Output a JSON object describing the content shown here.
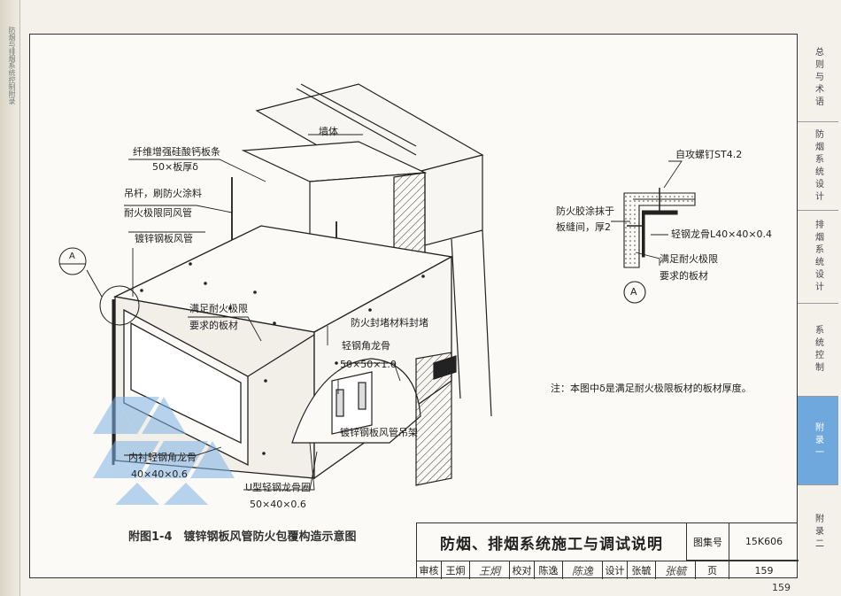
{
  "spine": {
    "text": "防烟与排烟系统控制附录"
  },
  "tabs": [
    {
      "label": "总则与术语",
      "active": false
    },
    {
      "label": "防烟系统设计",
      "active": false
    },
    {
      "label": "排烟系统设计",
      "active": false
    },
    {
      "label": "系统控制",
      "active": false
    },
    {
      "label": "附录一",
      "active": true
    },
    {
      "label": "附录二",
      "active": false
    }
  ],
  "labels": {
    "wall": "墙体",
    "fiber_board_1": "纤维增强硅酸钙板条",
    "fiber_board_2": "50×板厚δ",
    "hanger_1": "吊杆，刷防火涂料",
    "hanger_2": "耐火极限同风管",
    "duct": "镀锌钢板风管",
    "board_req_1": "满足耐火极限",
    "board_req_2": "要求的板材",
    "seal": "防火封堵材料封堵",
    "angle_1": "轻钢角龙骨",
    "angle_2": "50×50×1.0",
    "duct_hanger": "镀锌钢板风管吊架",
    "inner_keel_1": "内衬轻钢角龙骨",
    "inner_keel_2": "40×40×0.6",
    "u_keel_1": "U型轻钢龙骨圈",
    "u_keel_2": "50×40×0.6",
    "callout": "A",
    "detail_screw": "自攻螺钉ST4.2",
    "detail_glue_1": "防火胶涂抹于",
    "detail_glue_2": "板缝间，厚2",
    "detail_keel": "轻钢龙骨L40×40×0.4",
    "detail_board_1": "满足耐火极限",
    "detail_board_2": "要求的板材",
    "detail_mark": "A",
    "note": "注：本图中δ是满足耐火极限板材的板材厚度。"
  },
  "caption": "附图1-4　镀锌钢板风管防火包覆构造示意图",
  "titleblock": {
    "title": "防烟、排烟系统施工与调试说明",
    "atlas_label": "图集号",
    "atlas_no": "15K606",
    "review_label": "审核",
    "review_name": "王炯",
    "review_sig": "王炯",
    "check_label": "校对",
    "check_name": "陈逸",
    "check_sig": "陈逸",
    "design_label": "设计",
    "design_name": "张毓",
    "design_sig": "张毓",
    "page_label": "页",
    "page_no": "159"
  },
  "page_number": "159"
}
